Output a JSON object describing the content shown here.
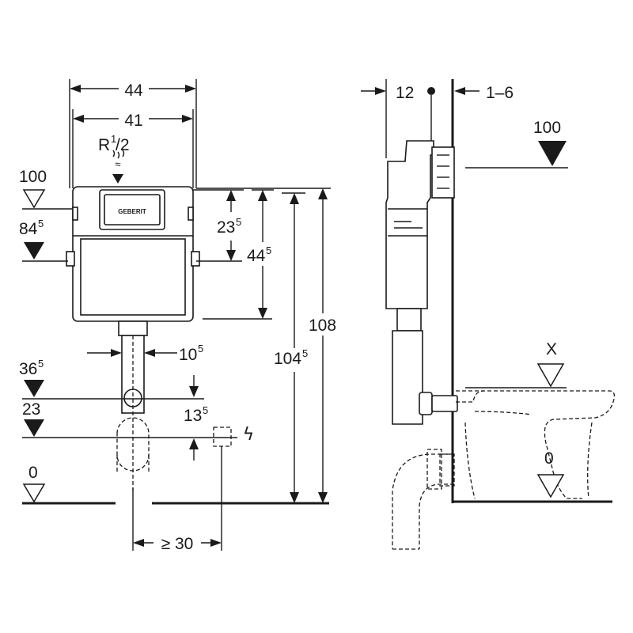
{
  "front_view": {
    "width_outer": "44",
    "width_inner": "41",
    "inlet_base": "R",
    "inlet_sup": "1",
    "inlet_sub": "/2",
    "inlet_mark": "≈",
    "height_actuator_base": "23",
    "height_actuator_sup": "5",
    "height_cistern_base": "44",
    "height_cistern_sup": "5",
    "height_total": "108",
    "height_frame_base": "104",
    "height_frame_sup": "5",
    "pipe_width_base": "10",
    "pipe_width_sup": "5",
    "level_100": "100",
    "level_84_base": "84",
    "level_84_sup": "5",
    "level_36_base": "36",
    "level_36_sup": "5",
    "level_23": "23",
    "level_13_base": "13",
    "level_13_sup": "5",
    "level_0": "0",
    "lateral_distance": "≥ 30",
    "power_symbol": "ϟ",
    "brand": "GEBERIT"
  },
  "side_view": {
    "depth": "12",
    "wall_gap": "1–6",
    "level_100": "100",
    "level_x": "X",
    "level_0": "0"
  }
}
